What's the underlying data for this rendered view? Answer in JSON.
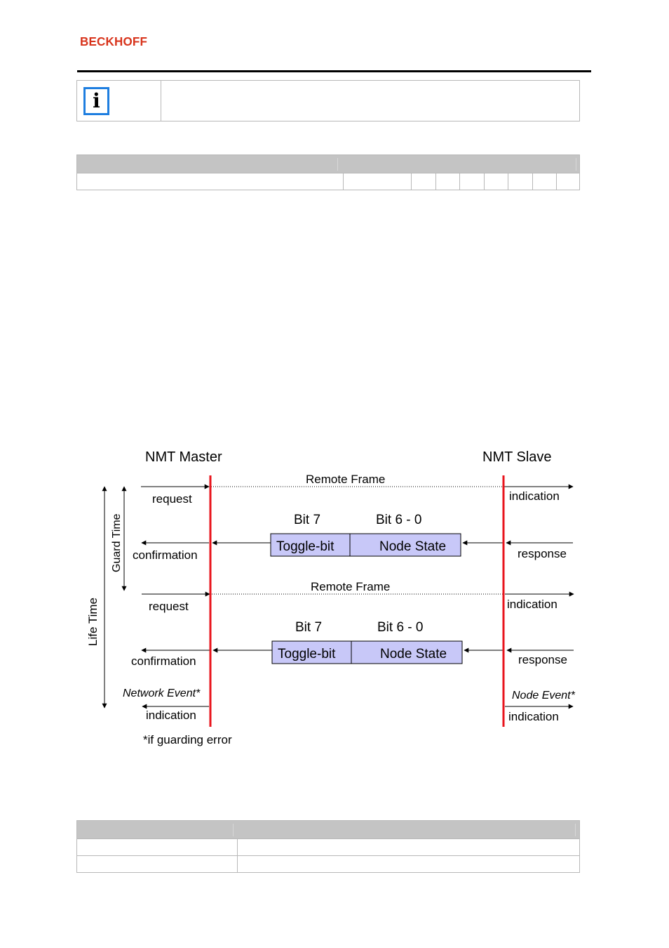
{
  "header": {
    "logo_text": "BECKHOFF",
    "logo_color": "#d8341c",
    "rule_color": "#000000"
  },
  "note": {
    "icon": "info-icon",
    "icon_glyph": "i",
    "icon_color": "#1e7ee0"
  },
  "diagram": {
    "master_label": "NMT Master",
    "slave_label": "NMT Slave",
    "life_time_label": "Life Time",
    "guard_time_label": "Guard Time",
    "line_color": "#e8141c",
    "frame_fill": "#c8c8f8",
    "cycles": [
      {
        "remote_frame": "Remote Frame",
        "request": "request",
        "indication": "indication",
        "bit7": "Bit 7",
        "bit60": "Bit 6 - 0",
        "toggle": "Toggle-bit",
        "node_state": "Node State",
        "confirmation": "confirmation",
        "response": "response"
      },
      {
        "remote_frame": "Remote Frame",
        "request": "request",
        "indication": "indication",
        "bit7": "Bit 7",
        "bit60": "Bit 6 - 0",
        "toggle": "Toggle-bit",
        "node_state": "Node State",
        "confirmation": "confirmation",
        "response": "response"
      }
    ],
    "network_event": "Network Event*",
    "master_indication": "indication",
    "node_event": "Node Event*",
    "slave_indication": "indication",
    "footnote": "*if guarding error"
  }
}
